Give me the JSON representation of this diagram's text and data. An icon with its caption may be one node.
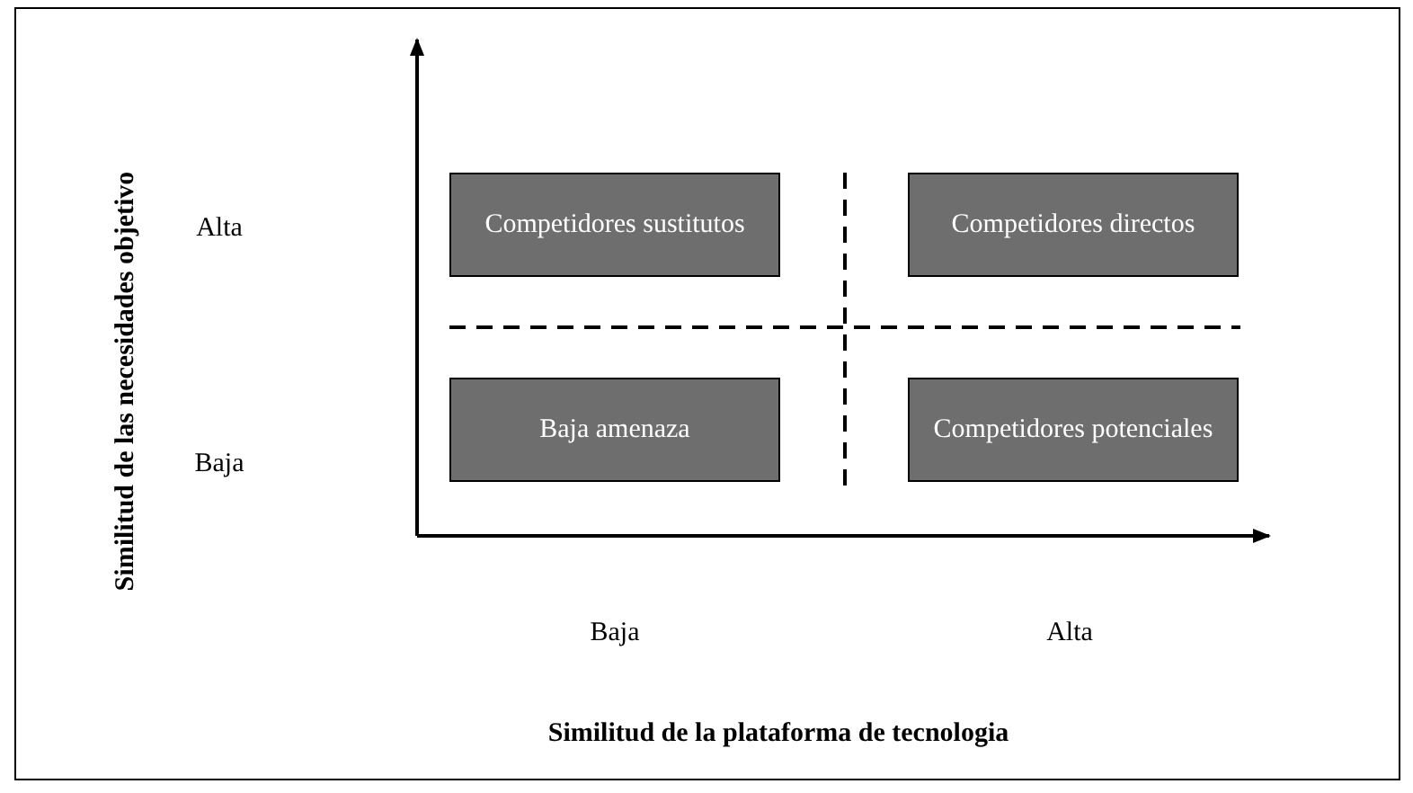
{
  "diagram": {
    "nodes": [
      {
        "text": [
          "Competidores sustitutos"
        ]
      },
      {
        "text": [
          "Competidores directos"
        ]
      },
      {
        "text": [
          "Baja amenaza"
        ]
      },
      {
        "text": [
          "Competidores potenciales"
        ]
      }
    ],
    "labels": [
      "Similitud de las necesidades objetivo",
      "Alta",
      "Baja",
      "Baja",
      "Alta",
      "Similitud de la plataforma de tecnologia"
    ]
  }
}
